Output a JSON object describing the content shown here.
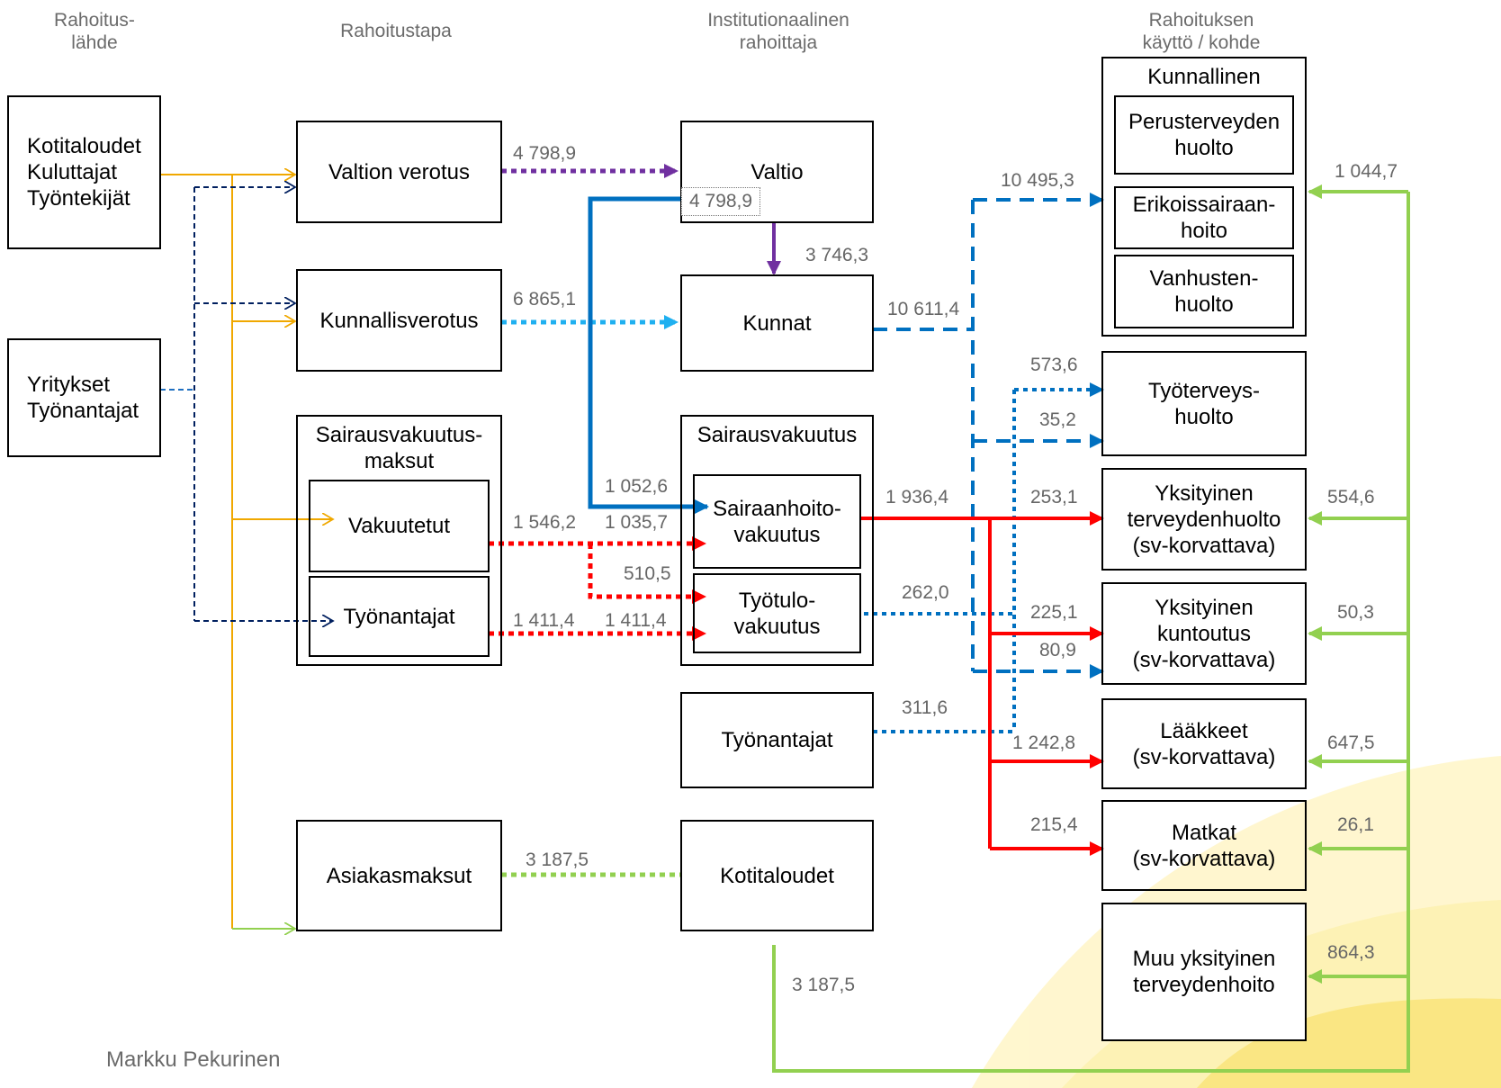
{
  "headers": {
    "source": "Rahoitus-\nlähde",
    "method": "Rahoitustapa",
    "funder": "Institutionaalinen\nrahoittaja",
    "use": "Rahoituksen\nkäyttö / kohde"
  },
  "boxes": {
    "households_src": "Kotitaloudet\nKuluttajat\nTyöntekijät",
    "companies": "Yritykset\nTyönantajat",
    "state_tax": "Valtion verotus",
    "municipal_tax": "Kunnallisverotus",
    "health_ins_fees": "Sairausvakuutus-\nmaksut",
    "insured": "Vakuutetut",
    "employers_fee": "Työnantajat",
    "client_fees": "Asiakasmaksut",
    "state": "Valtio",
    "municipalities": "Kunnat",
    "health_insurance": "Sairausvakuutus",
    "medical_care_ins": "Sairaanhoito-\nvakuutus",
    "earned_income_ins": "Työtulo-\nvakuutus",
    "employers_funder": "Työnantajat",
    "households_funder": "Kotitaloudet",
    "municipal": "Kunnallinen",
    "primary_care": "Perusterveyden\nhuolto",
    "specialised_care": "Erikoissairaan-\nhoito",
    "elderly_care": "Vanhusten-\nhuolto",
    "occupational": "Työterveys-\nhuolto",
    "private_health": "Yksityinen\nterveydenhuolto\n(sv-korvattava)",
    "private_rehab": "Yksityinen\nkuntoutus\n(sv-korvattava)",
    "medicines": "Lääkkeet\n(sv-korvattava)",
    "travel": "Matkat\n(sv-korvattava)",
    "other_private": "Muu yksityinen\nterveydenhoito"
  },
  "flows": {
    "state_tax_to_state": "4 798,9",
    "state_internal": "4 798,9",
    "state_to_municipalities": "3 746,3",
    "municipal_tax_to_municipalities": "6 865,1",
    "to_municipal_use": "10 495,3",
    "municipalities_out": "10 611,4",
    "to_occupational_a": "573,6",
    "to_occupational_b": "35,2",
    "state_to_medical_ins": "1 052,6",
    "insured_out": "1 546,2",
    "insured_to_medical": "1 035,7",
    "insured_to_earned": "510,5",
    "employers_out": "1 411,4",
    "employers_to_earned": "1 411,4",
    "medical_ins_out": "1 936,4",
    "earned_ins_out": "262,0",
    "to_private_health": "253,1",
    "to_private_rehab": "225,1",
    "to_private_rehab_b": "80,9",
    "employers_funder_out": "311,6",
    "to_medicines": "1 242,8",
    "to_travel": "215,4",
    "client_fees_out": "3 187,5",
    "households_out": "3 187,5",
    "hh_to_municipal": "1 044,7",
    "hh_to_private_health": "554,6",
    "hh_to_private_rehab": "50,3",
    "hh_to_medicines": "647,5",
    "hh_to_travel": "26,1",
    "hh_to_other": "864,3"
  },
  "colors": {
    "households": "#f0a800",
    "companies": "#001f5f",
    "state": "#7030a0",
    "municipal_tax": "#1fb0f0",
    "municipal": "#0070c0",
    "health_insurance": "#ff0000",
    "client_fees": "#92d050"
  },
  "author": "Markku Pekurinen"
}
